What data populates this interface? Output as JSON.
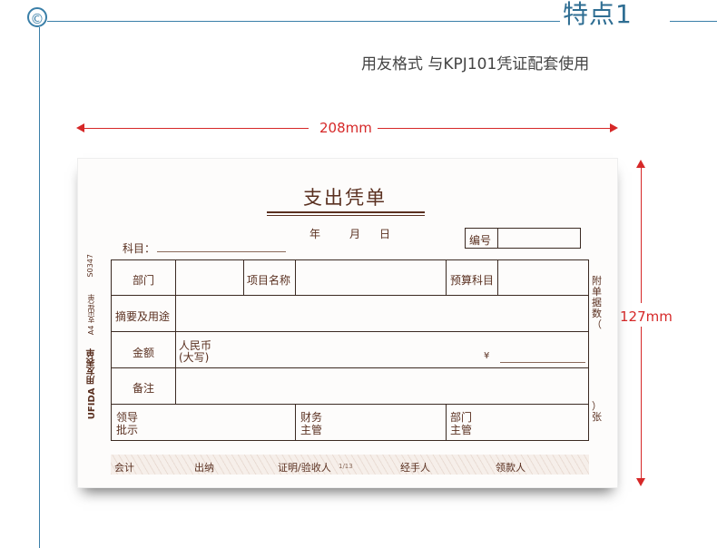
{
  "page": {
    "copyright_symbol": "©",
    "heading": "特点1",
    "subheading": "用友格式  与KPJ101凭证配套使用"
  },
  "dimensions": {
    "width": "208mm",
    "height": "127mm"
  },
  "voucher": {
    "title": "支出凭单",
    "date": {
      "year": "年",
      "month": "月",
      "day": "日"
    },
    "subject_label": "科目：",
    "number_label": "编号",
    "side_code": "S0347",
    "side_format": "A4 支出凭单",
    "side_brand": "UFIDA 用友表单",
    "rows": {
      "department": "部门",
      "project_name": "项目名称",
      "budget_subject": "预算科目",
      "summary_purpose": "摘要及用途",
      "amount": "金额",
      "rmb": "人民币",
      "rmb_upper": "(大写)",
      "yen": "¥",
      "remark": "备注",
      "leader_1": "领导",
      "leader_2": "批示",
      "finance_1": "财务",
      "finance_2": "主管",
      "dept_head_1": "部门",
      "dept_head_2": "主管"
    },
    "attachment_note": "附单据数（",
    "attachment_note_end": "）张",
    "signatures": {
      "accountant": "会计",
      "cashier": "出纳",
      "verifier": "证明/验收人",
      "page_mark": "1/13",
      "handler": "经手人",
      "recipient": "领款人"
    }
  },
  "colors": {
    "accent_blue": "#3a7fa8",
    "dimension_red": "#d62828",
    "voucher_brown": "#5a3020"
  }
}
